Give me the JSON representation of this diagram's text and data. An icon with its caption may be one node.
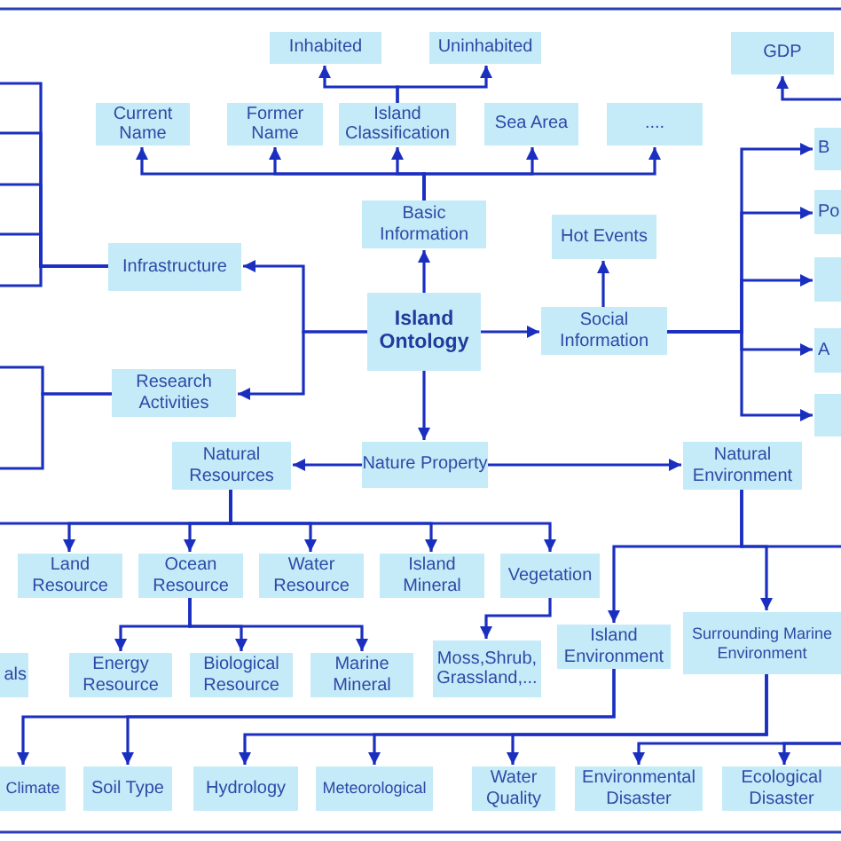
{
  "diagram": {
    "nodes": [
      {
        "text": [
          "Inhabited"
        ]
      },
      {
        "text": [
          "Uninhabited"
        ]
      },
      {
        "text": [
          "GDP"
        ]
      },
      {
        "text": [
          "Current Name"
        ]
      },
      {
        "text": [
          "Former Name"
        ]
      },
      {
        "text": [
          "Island Classification"
        ]
      },
      {
        "text": [
          "Sea Area"
        ]
      },
      {
        "text": [
          "...."
        ]
      },
      {
        "text": [
          "Basic Information"
        ]
      },
      {
        "text": [
          "Hot Events"
        ]
      },
      {
        "text": [
          "Infrastructure"
        ]
      },
      {
        "text": [
          "Island Ontology"
        ]
      },
      {
        "text": [
          "Social Information"
        ]
      },
      {
        "text": [
          "Research Activities"
        ]
      },
      {
        "text": [
          "Nature Property"
        ]
      },
      {
        "text": [
          "Natural Resources"
        ]
      },
      {
        "text": [
          "Natural Environment"
        ]
      },
      {
        "text": [
          "Land Resource"
        ]
      },
      {
        "text": [
          "Ocean Resource"
        ]
      },
      {
        "text": [
          "Water Resource"
        ]
      },
      {
        "text": [
          "Island Mineral"
        ]
      },
      {
        "text": [
          "Vegetation"
        ]
      },
      {
        "text": [
          "Energy Resource"
        ]
      },
      {
        "text": [
          "Biological Resource"
        ]
      },
      {
        "text": [
          "Marine Mineral"
        ]
      },
      {
        "text": [
          "als"
        ]
      },
      {
        "text": [
          "Moss,Shrub, Grassland,..."
        ]
      },
      {
        "text": [
          "Island Environment"
        ]
      },
      {
        "text": [
          "Surrounding Marine Environment"
        ]
      },
      {
        "text": [
          "Climate"
        ]
      },
      {
        "text": [
          "Soil Type"
        ]
      },
      {
        "text": [
          "Hydrology"
        ]
      },
      {
        "text": [
          "Meteorological"
        ]
      },
      {
        "text": [
          "Water Quality"
        ]
      },
      {
        "text": [
          "Environmental Disaster"
        ]
      },
      {
        "text": [
          "Ecological Disaster"
        ]
      },
      {
        "text": [
          "B"
        ]
      },
      {
        "text": [
          "Po"
        ]
      },
      {
        "text": [],
        "shape": "box"
      },
      {
        "text": [
          "A"
        ]
      },
      {
        "text": [],
        "shape": "box"
      }
    ],
    "edges": [
      {
        "from": 5,
        "to": 0,
        "arrow": "to"
      },
      {
        "from": 5,
        "to": 1,
        "arrow": "to"
      },
      {
        "from": null,
        "to": 2,
        "arrow": "to"
      },
      {
        "from": 8,
        "to": 3,
        "arrow": "to"
      },
      {
        "from": 8,
        "to": 4,
        "arrow": "to"
      },
      {
        "from": 8,
        "to": 5,
        "arrow": "to"
      },
      {
        "from": 8,
        "to": 6,
        "arrow": "to"
      },
      {
        "from": 8,
        "to": 7,
        "arrow": "to"
      },
      {
        "from": 11,
        "to": 8,
        "arrow": "to"
      },
      {
        "from": 11,
        "to": 12,
        "arrow": "to"
      },
      {
        "from": 11,
        "to": 10,
        "arrow": "to"
      },
      {
        "from": 11,
        "to": 13,
        "arrow": "to"
      },
      {
        "from": 11,
        "to": 14,
        "arrow": "to"
      },
      {
        "from": 12,
        "to": 9,
        "arrow": "to"
      },
      {
        "from": 12,
        "to": 36,
        "arrow": "to"
      },
      {
        "from": 12,
        "to": 37,
        "arrow": "to"
      },
      {
        "from": 12,
        "to": 38,
        "arrow": "to"
      },
      {
        "from": 12,
        "to": 39,
        "arrow": "to"
      },
      {
        "from": 12,
        "to": 40,
        "arrow": "to"
      },
      {
        "from": 14,
        "to": 15,
        "arrow": "to"
      },
      {
        "from": 14,
        "to": 16,
        "arrow": "to"
      },
      {
        "from": 15,
        "to": 17,
        "arrow": "to"
      },
      {
        "from": 15,
        "to": 18,
        "arrow": "to"
      },
      {
        "from": 15,
        "to": 19,
        "arrow": "to"
      },
      {
        "from": 15,
        "to": 20,
        "arrow": "to"
      },
      {
        "from": 15,
        "to": 21,
        "arrow": "to"
      },
      {
        "from": 15,
        "to": null,
        "arrow": "none"
      },
      {
        "from": 18,
        "to": 22,
        "arrow": "to"
      },
      {
        "from": 18,
        "to": 23,
        "arrow": "to"
      },
      {
        "from": 18,
        "to": 24,
        "arrow": "to"
      },
      {
        "from": 21,
        "to": 26,
        "arrow": "to"
      },
      {
        "from": 16,
        "to": 27,
        "arrow": "to"
      },
      {
        "from": 16,
        "to": 28,
        "arrow": "to"
      },
      {
        "from": 16,
        "to": null,
        "arrow": "none"
      },
      {
        "from": 27,
        "to": 29,
        "arrow": "to"
      },
      {
        "from": 27,
        "to": 30,
        "arrow": "to"
      },
      {
        "from": 28,
        "to": 31,
        "arrow": "to"
      },
      {
        "from": 28,
        "to": 32,
        "arrow": "to"
      },
      {
        "from": 28,
        "to": 33,
        "arrow": "to"
      },
      {
        "from": null,
        "to": 34,
        "arrow": "to"
      },
      {
        "from": null,
        "to": 35,
        "arrow": "to"
      },
      {
        "from": 10,
        "to": null,
        "arrow": "none"
      },
      {
        "from": 10,
        "to": null,
        "arrow": "none"
      },
      {
        "from": 10,
        "to": null,
        "arrow": "none"
      },
      {
        "from": 10,
        "to": null,
        "arrow": "none"
      },
      {
        "from": 10,
        "to": null,
        "arrow": "none"
      },
      {
        "from": 13,
        "to": null,
        "arrow": "none"
      },
      {
        "from": 13,
        "to": null,
        "arrow": "none"
      }
    ]
  }
}
